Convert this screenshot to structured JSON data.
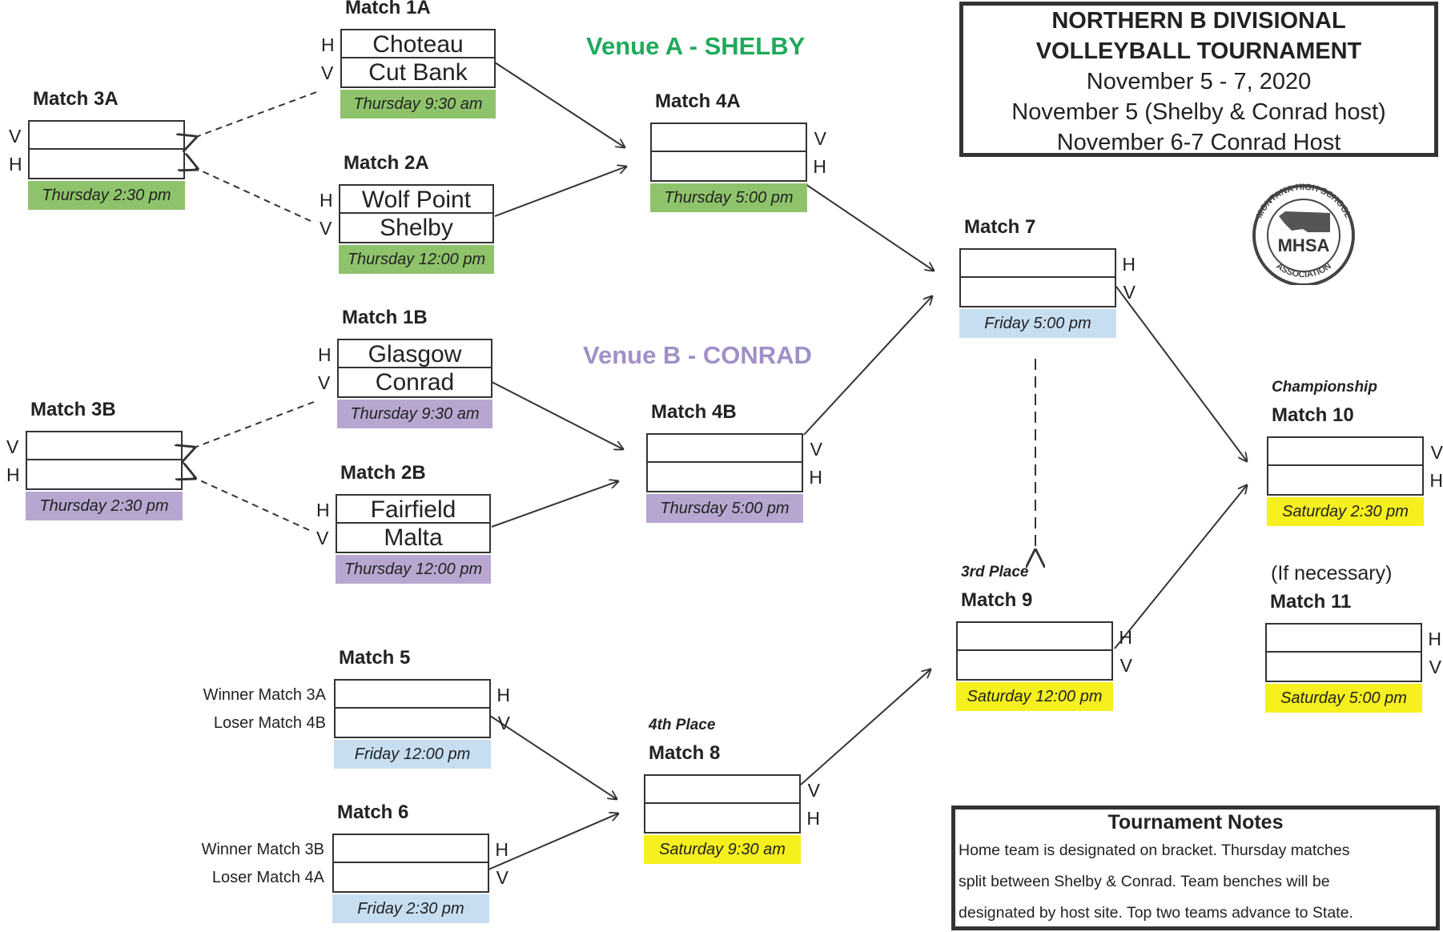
{
  "header": {
    "line1": "NORTHERN B DIVISIONAL",
    "line2": "VOLLEYBALL TOURNAMENT",
    "line3": "November 5 - 7, 2020",
    "line4": "November 5 (Shelby & Conrad host)",
    "line5": "November 6-7 Conrad Host"
  },
  "venues": {
    "a": "Venue A - SHELBY",
    "b": "Venue B - CONRAD",
    "a_color": "#1faa5b",
    "b_color": "#a18fc7"
  },
  "logo": {
    "top_text": "MONTANA HIGH SCHOOL",
    "center_text": "MHSA",
    "bottom_text": "ASSOCIATION",
    "icon": "montana-state-icon"
  },
  "labels": {
    "home": "H",
    "visitor": "V",
    "if_necessary": "(If necessary)"
  },
  "matches": {
    "m1a": {
      "title": "Match 1A",
      "top_team": "Choteau",
      "bottom_team": "Cut Bank",
      "schedule": "Thursday 9:30 am"
    },
    "m2a": {
      "title": "Match 2A",
      "top_team": "Wolf Point",
      "bottom_team": "Shelby",
      "schedule": "Thursday 12:00 pm"
    },
    "m3a": {
      "title": "Match 3A",
      "top_team": "",
      "bottom_team": "",
      "schedule": "Thursday 2:30 pm"
    },
    "m4a": {
      "title": "Match 4A",
      "top_team": "",
      "bottom_team": "",
      "schedule": "Thursday 5:00 pm"
    },
    "m1b": {
      "title": "Match 1B",
      "top_team": "Glasgow",
      "bottom_team": "Conrad",
      "schedule": "Thursday 9:30 am"
    },
    "m2b": {
      "title": "Match 2B",
      "top_team": "Fairfield",
      "bottom_team": "Malta",
      "schedule": "Thursday 12:00 pm"
    },
    "m3b": {
      "title": "Match 3B",
      "top_team": "",
      "bottom_team": "",
      "schedule": "Thursday 2:30 pm"
    },
    "m4b": {
      "title": "Match 4B",
      "top_team": "",
      "bottom_team": "",
      "schedule": "Thursday 5:00 pm"
    },
    "m5": {
      "title": "Match 5",
      "top_source": "Winner Match 3A",
      "bottom_source": "Loser Match 4B",
      "schedule": "Friday 12:00 pm"
    },
    "m6": {
      "title": "Match 6",
      "top_source": "Winner Match 3B",
      "bottom_source": "Loser Match 4A",
      "schedule": "Friday 2:30 pm"
    },
    "m7": {
      "title": "Match 7",
      "schedule": "Friday 5:00 pm"
    },
    "m8": {
      "title": "Match 8",
      "subtitle": "4th Place",
      "schedule": "Saturday 9:30 am"
    },
    "m9": {
      "title": "Match 9",
      "subtitle": "3rd Place",
      "schedule": "Saturday 12:00 pm"
    },
    "m10": {
      "title": "Match 10",
      "subtitle": "Championship",
      "schedule": "Saturday 2:30 pm"
    },
    "m11": {
      "title": "Match 11",
      "schedule": "Saturday 5:00 pm"
    }
  },
  "notes": {
    "title": "Tournament Notes",
    "line1": "Home team is designated on bracket.  Thursday matches",
    "line2": "split between Shelby & Conrad.  Team benches will be",
    "line3": "designated by host site.  Top two teams advance to State."
  }
}
